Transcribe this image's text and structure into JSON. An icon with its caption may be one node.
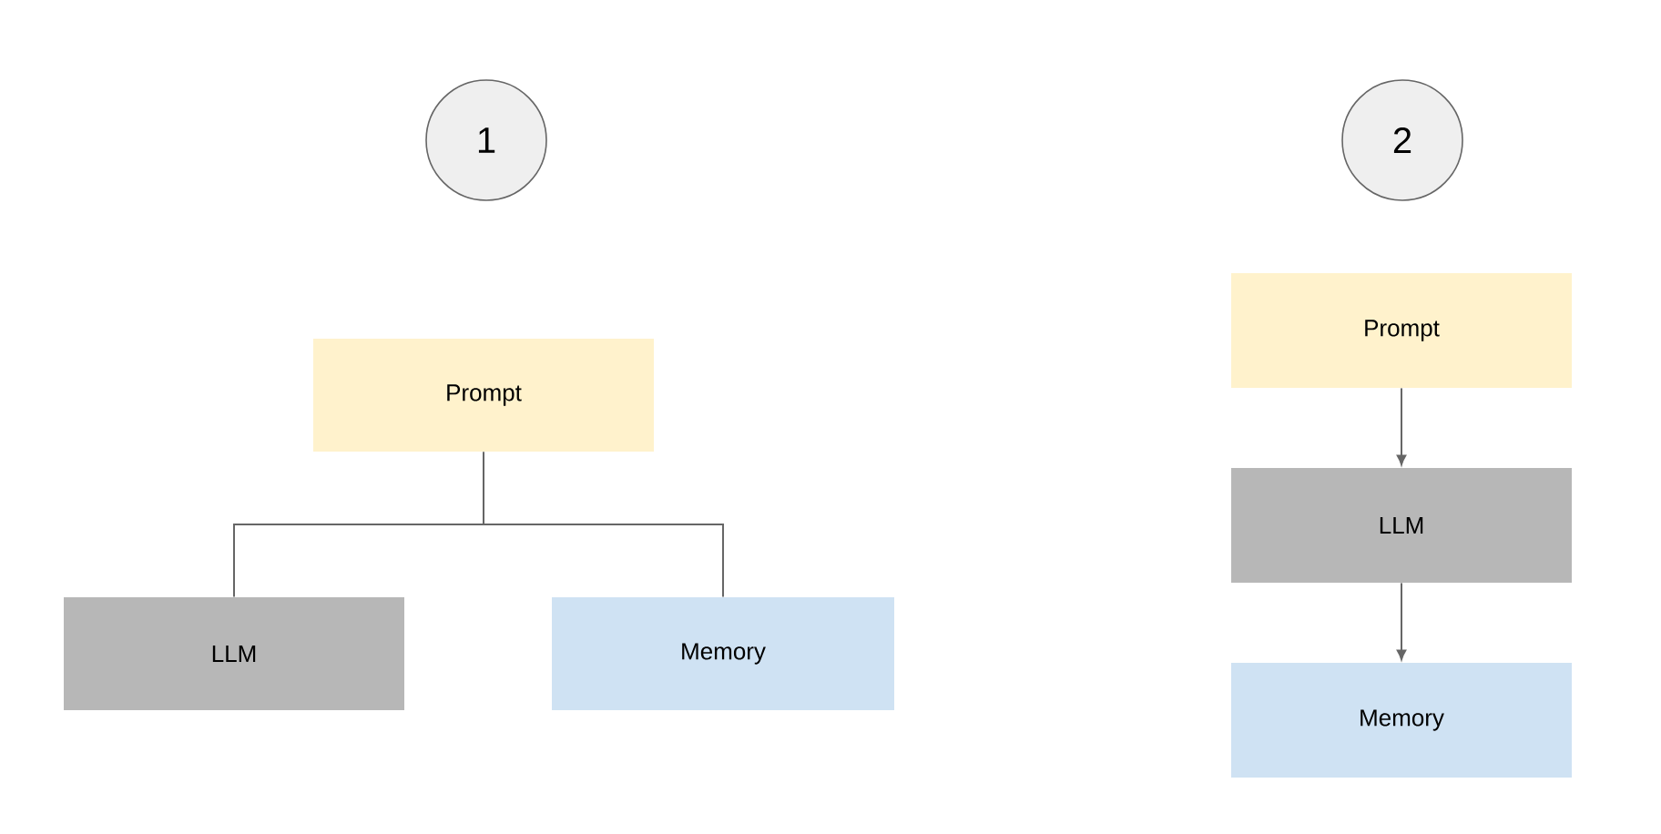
{
  "diagram": {
    "nodes": [
      {
        "text": [
          "1"
        ]
      },
      {
        "text": [
          "Prompt"
        ]
      },
      {
        "text": [
          "LLM"
        ]
      },
      {
        "text": [
          "Memory"
        ]
      },
      {
        "text": [
          "2"
        ]
      },
      {
        "text": [
          "Prompt"
        ]
      },
      {
        "text": [
          "LLM"
        ]
      },
      {
        "text": [
          "Memory"
        ]
      }
    ],
    "edges": [
      {
        "from": 1,
        "to": 2,
        "arrow": "none"
      },
      {
        "from": 1,
        "to": 3,
        "arrow": "none"
      },
      {
        "from": 5,
        "to": 6,
        "arrow": "to"
      },
      {
        "from": 6,
        "to": 7,
        "arrow": "to"
      }
    ]
  }
}
